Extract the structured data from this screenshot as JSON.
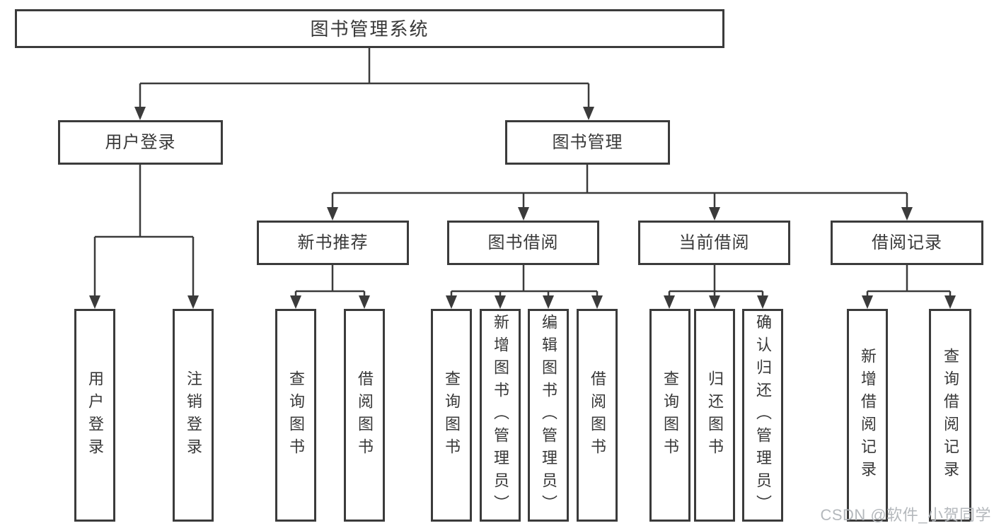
{
  "diagram": {
    "root": {
      "label": "图书管理系统"
    },
    "level1": [
      "用户登录",
      "图书管理"
    ],
    "level2": [
      "新书推荐",
      "图书借阅",
      "当前借阅",
      "借阅记录"
    ],
    "leaves": {
      "user_login": [
        "用户登录",
        "注销登录"
      ],
      "new_book_recommend": [
        "查询图书",
        "借阅图书"
      ],
      "book_borrow": [
        "查询图书",
        "新增图书（管理员）",
        "编辑图书（管理员）",
        "借阅图书"
      ],
      "current_borrow": [
        "查询图书",
        "归还图书",
        "确认归还（管理员）"
      ],
      "borrow_records": [
        "新增借阅记录",
        "查询借阅记录"
      ]
    }
  },
  "watermark": "CSDN @软件_小贺同学",
  "colors": {
    "line": "#3b3b3b",
    "text": "#383838",
    "watermark": "#b4b8bc",
    "background": "#ffffff"
  }
}
